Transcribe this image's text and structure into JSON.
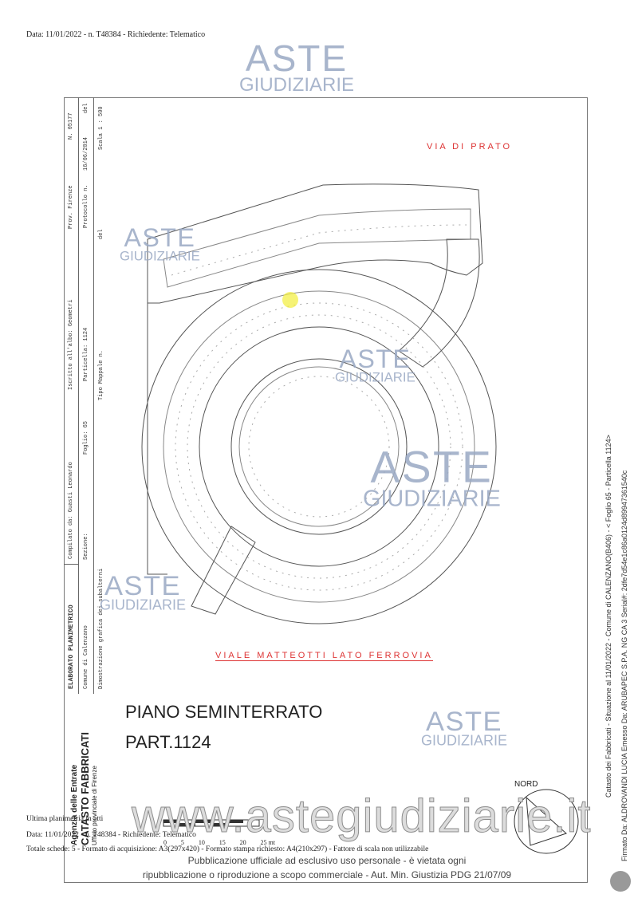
{
  "top_line": "Data: 11/01/2022 - n. T48384 - Richiedente: Telematico",
  "header": {
    "row1": [
      "ELABORATO PLANIMETRICO",
      "Compilato da: Guasti Leonardo",
      "Iscritto all'albo: Geometri",
      "Prov. Firenze",
      "N. 05177"
    ],
    "row2": [
      "Comune di Calenzano",
      "Sezione:",
      "Foglio: 65",
      "Particella: 1124",
      "Protocollo n.",
      "16/06/2014",
      "del"
    ],
    "row3": [
      "Dimostrazione grafica dei subalterni",
      "Tipo Mappale n.",
      "del",
      "Scala 1 : 500"
    ]
  },
  "street_top": "VIA DI PRATO",
  "street_bottom": "VIALE MATTEOTTI LATO FERROVIA",
  "plan_title": "PIANO SEMINTERRATO",
  "plan_part": "PART.1124",
  "north_label": "NORD",
  "agency": {
    "line1": "Agenzia delle Entrate",
    "line2": "CATASTO FABBRICATI",
    "line3": "Ufficio provinciale di Firenze"
  },
  "footer": {
    "line1": "Ultima planimetria in atti",
    "line2": "Data: 11/01/2022 - n. T48384 - Richiedente: Telematico",
    "line3": "Totale schede: 5 - Formato di acquisizione: A3(297x420) - Formato stampa richiesto: A4(210x297) - Fattore di scala non utilizzabile",
    "scale_ticks": [
      "0",
      "5",
      "10",
      "15",
      "20",
      "25 mt"
    ]
  },
  "watermark": {
    "brand": "ASTE",
    "sub": "GIUDIZIARIE",
    "site": "www.astegiudiziarie.it",
    "pub1": "Pubblicazione ufficiale ad esclusivo uso personale - è vietata ogni",
    "pub2": "ripubblicazione o riproduzione a scopo commerciale - Aut. Min. Giustizia PDG 21/07/09"
  },
  "side": {
    "catasto": "Catasto dei Fabbricati - Situazione al 11/01/2022 - Comune di CALENZANO(B406) - < Foglio 65 - Particella 1124>",
    "firma": "Firmato Da: ALDROVANDI LUCIA Emesso Da: ARUBAPEC S.P.A. NG CA 3 Serial#: 2dfe7d54e1c86a0124d89947361540c"
  },
  "colors": {
    "handwriting": "#dd3333",
    "watermark": "#9aa9c4",
    "highlight": "#f2ee3a"
  }
}
